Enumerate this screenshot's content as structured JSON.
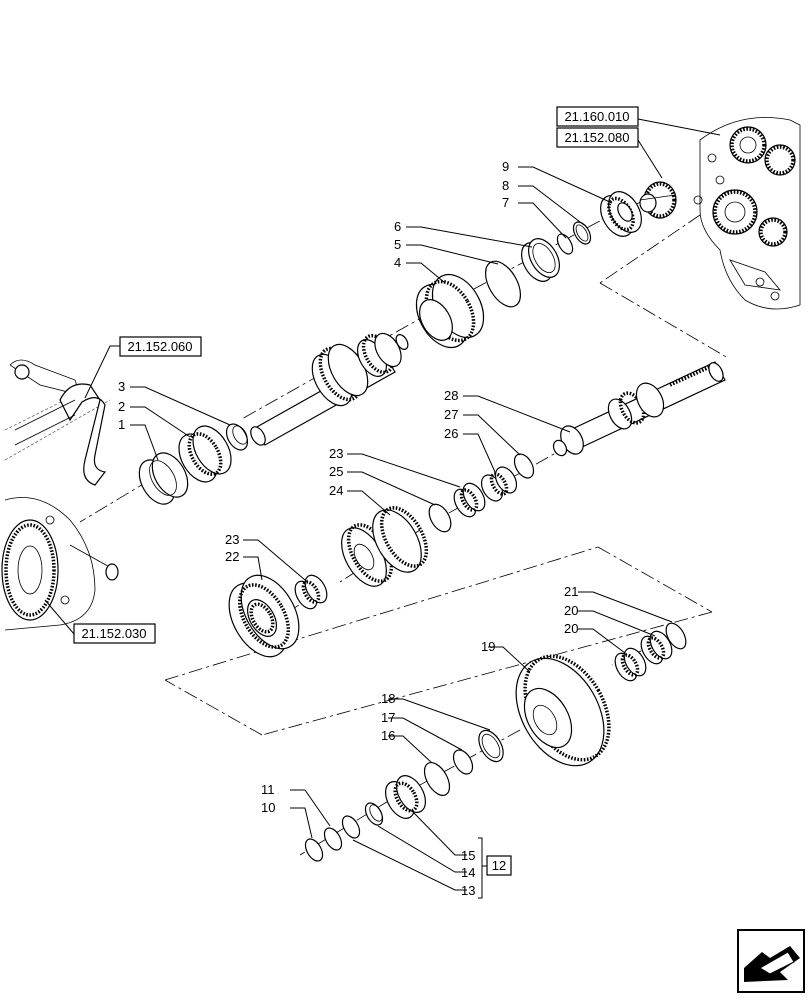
{
  "references": {
    "ref_21_160_010": "21.160.010",
    "ref_21_152_080": "21.152.080",
    "ref_21_152_060": "21.152.060",
    "ref_21_152_030": "21.152.030"
  },
  "group_label": "12",
  "callouts": {
    "c1": "1",
    "c2": "2",
    "c3": "3",
    "c4": "4",
    "c5": "5",
    "c6": "6",
    "c7": "7",
    "c8": "8",
    "c9": "9",
    "c10": "10",
    "c11": "11",
    "c13": "13",
    "c14": "14",
    "c15": "15",
    "c16": "16",
    "c17": "17",
    "c18": "18",
    "c19": "19",
    "c20a": "20",
    "c20b": "20",
    "c21": "21",
    "c22": "22",
    "c23a": "23",
    "c23b": "23",
    "c24": "24",
    "c25": "25",
    "c26": "26",
    "c27": "27",
    "c28": "28"
  },
  "icons": {
    "nav": "arrow-navigation-icon"
  }
}
